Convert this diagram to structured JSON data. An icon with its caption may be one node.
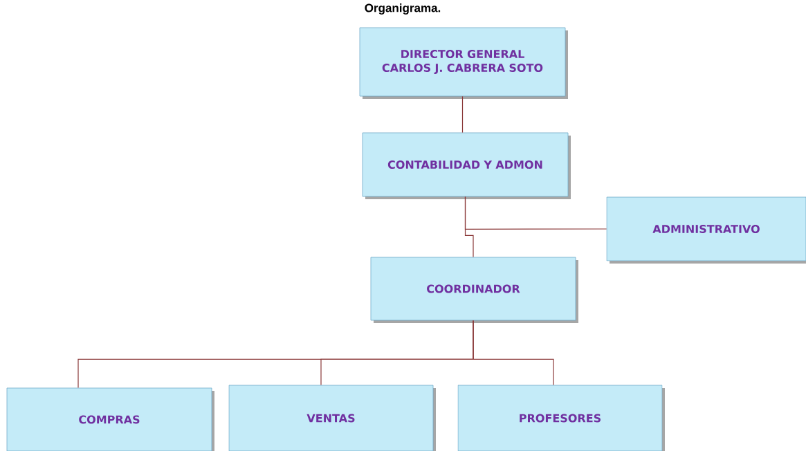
{
  "diagram": {
    "title": "Organigrama.",
    "nodes": [
      {
        "text": [
          "DIRECTOR GENERAL",
          "CARLOS J. CABRERA SOTO"
        ]
      },
      {
        "text": [
          "CONTABILIDAD Y ADMON"
        ]
      },
      {
        "text": [
          "ADMINISTRATIVO"
        ]
      },
      {
        "text": [
          "COORDINADOR"
        ]
      },
      {
        "text": [
          "COMPRAS"
        ]
      },
      {
        "text": [
          "VENTAS"
        ]
      },
      {
        "text": [
          "PROFESORES"
        ]
      }
    ],
    "edges": [
      {
        "from": 0,
        "to": 1,
        "arrow": "none"
      },
      {
        "from": 1,
        "to": 3,
        "arrow": "none"
      },
      {
        "from": 1,
        "to": 2,
        "arrow": "none"
      },
      {
        "from": 3,
        "to": 4,
        "arrow": "none"
      },
      {
        "from": 3,
        "to": 5,
        "arrow": "none"
      },
      {
        "from": 3,
        "to": 6,
        "arrow": "none"
      }
    ]
  }
}
